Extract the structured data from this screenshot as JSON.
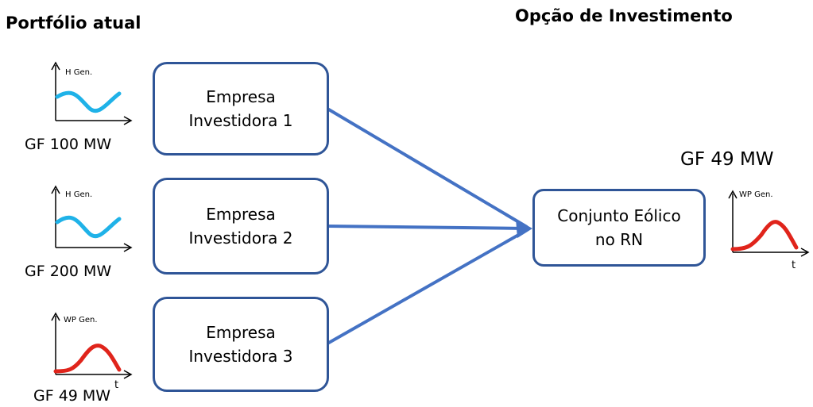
{
  "headings": {
    "left": "Portfólio atual",
    "right": "Opção de Investimento"
  },
  "companies": [
    "Empresa\nInvestidora 1",
    "Empresa\nInvestidora 2",
    "Empresa\nInvestidora 3"
  ],
  "target": "Conjunto Eólico\nno RN",
  "portfolio": [
    {
      "curve": "hydro",
      "axis_label": "H Gen.",
      "caption": "GF 100 MW"
    },
    {
      "curve": "hydro",
      "axis_label": "H Gen.",
      "caption": "GF 200 MW"
    },
    {
      "curve": "wind",
      "axis_label": "WP Gen.",
      "caption": "GF 49 MW",
      "x_label": "t"
    }
  ],
  "investment": {
    "caption": "GF 49 MW",
    "axis_label": "WP Gen.",
    "x_label": "t",
    "curve": "wind"
  },
  "colors": {
    "box_border": "#2f5597",
    "arrow": "#4472c4",
    "hydro_curve": "#1fb2e8",
    "wind_curve": "#e0241b"
  }
}
